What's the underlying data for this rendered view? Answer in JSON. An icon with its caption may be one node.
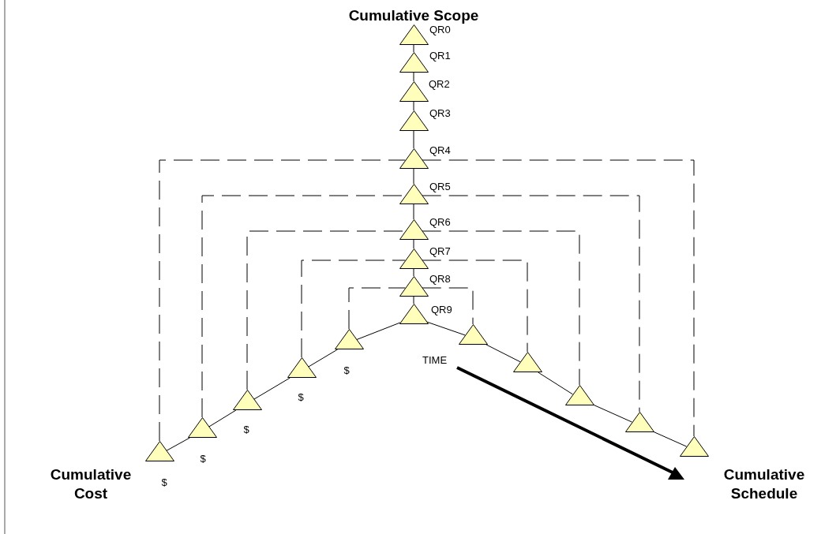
{
  "diagram": {
    "title": "Cumulative Scope",
    "nodes": [
      {
        "text": [],
        "shape": "triangle",
        "beside": [
          "QR0"
        ]
      },
      {
        "text": [],
        "shape": "triangle",
        "beside": [
          "QR1"
        ]
      },
      {
        "text": [],
        "shape": "triangle",
        "beside": [
          "QR2"
        ]
      },
      {
        "text": [],
        "shape": "triangle",
        "beside": [
          "QR3"
        ]
      },
      {
        "text": [],
        "shape": "triangle",
        "beside": [
          "QR4"
        ]
      },
      {
        "text": [],
        "shape": "triangle",
        "beside": [
          "QR5"
        ]
      },
      {
        "text": [],
        "shape": "triangle",
        "beside": [
          "QR6"
        ]
      },
      {
        "text": [],
        "shape": "triangle",
        "beside": [
          "QR7"
        ]
      },
      {
        "text": [],
        "shape": "triangle",
        "beside": [
          "QR8"
        ]
      },
      {
        "text": [],
        "shape": "triangle",
        "beside": [
          "QR9"
        ]
      },
      {
        "text": [],
        "shape": "triangle",
        "beside": [
          "$"
        ]
      },
      {
        "text": [],
        "shape": "triangle",
        "beside": [
          "$"
        ]
      },
      {
        "text": [],
        "shape": "triangle",
        "beside": [
          "$"
        ]
      },
      {
        "text": [],
        "shape": "triangle",
        "beside": [
          "$"
        ]
      },
      {
        "text": [],
        "shape": "triangle",
        "beside": [
          "$"
        ]
      },
      {
        "text": [],
        "shape": "triangle"
      },
      {
        "text": [],
        "shape": "triangle"
      },
      {
        "text": [],
        "shape": "triangle"
      },
      {
        "text": [],
        "shape": "triangle"
      },
      {
        "text": [],
        "shape": "triangle"
      }
    ],
    "edges": [
      {
        "from": 0,
        "to": 1,
        "arrow": "none"
      },
      {
        "from": 1,
        "to": 2,
        "arrow": "none"
      },
      {
        "from": 2,
        "to": 3,
        "arrow": "none"
      },
      {
        "from": 3,
        "to": 4,
        "arrow": "none"
      },
      {
        "from": 4,
        "to": 5,
        "arrow": "none"
      },
      {
        "from": 5,
        "to": 6,
        "arrow": "none"
      },
      {
        "from": 6,
        "to": 7,
        "arrow": "none"
      },
      {
        "from": 7,
        "to": 8,
        "arrow": "none"
      },
      {
        "from": 8,
        "to": 9,
        "arrow": "none"
      },
      {
        "from": 9,
        "to": 14,
        "arrow": "none"
      },
      {
        "from": 14,
        "to": 13,
        "arrow": "none"
      },
      {
        "from": 13,
        "to": 12,
        "arrow": "none"
      },
      {
        "from": 12,
        "to": 11,
        "arrow": "none"
      },
      {
        "from": 11,
        "to": 10,
        "arrow": "none"
      },
      {
        "from": 9,
        "to": 15,
        "arrow": "none"
      },
      {
        "from": 15,
        "to": 16,
        "arrow": "none"
      },
      {
        "from": 16,
        "to": 17,
        "arrow": "none"
      },
      {
        "from": 17,
        "to": 18,
        "arrow": "none"
      },
      {
        "from": 18,
        "to": 19,
        "arrow": "none"
      },
      {
        "from": 10,
        "to": 4,
        "arrow": "none",
        "style": "dashed"
      },
      {
        "from": 4,
        "to": 19,
        "arrow": "none",
        "style": "dashed"
      },
      {
        "from": 11,
        "to": 5,
        "arrow": "none",
        "style": "dashed"
      },
      {
        "from": 5,
        "to": 18,
        "arrow": "none",
        "style": "dashed"
      },
      {
        "from": 12,
        "to": 6,
        "arrow": "none",
        "style": "dashed"
      },
      {
        "from": 6,
        "to": 17,
        "arrow": "none",
        "style": "dashed"
      },
      {
        "from": 13,
        "to": 7,
        "arrow": "none",
        "style": "dashed"
      },
      {
        "from": 7,
        "to": 16,
        "arrow": "none",
        "style": "dashed"
      },
      {
        "from": 14,
        "to": 8,
        "arrow": "none",
        "style": "dashed"
      },
      {
        "from": 8,
        "to": 15,
        "arrow": "none",
        "style": "dashed"
      }
    ],
    "labels": [
      "TIME",
      "Cumulative Cost",
      "Cumulative Schedule"
    ]
  }
}
